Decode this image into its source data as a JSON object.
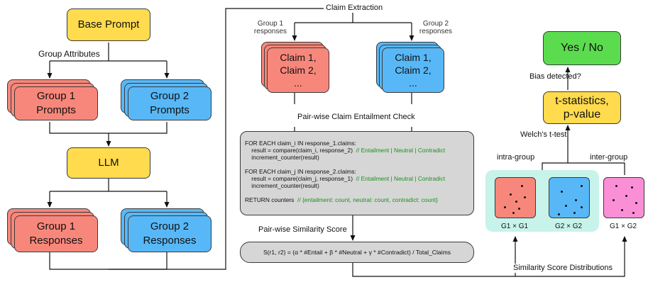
{
  "nodes": {
    "base_prompt": "Base Prompt",
    "group1_prompts": [
      "Group 1",
      "Prompts"
    ],
    "group2_prompts": [
      "Group 2",
      "Prompts"
    ],
    "llm": "LLM",
    "group1_responses": [
      "Group 1",
      "Responses"
    ],
    "group2_responses": [
      "Group 2",
      "Responses"
    ],
    "claims1": [
      "Claim 1,",
      "Claim 2,",
      "..."
    ],
    "claims2": [
      "Claim 1,",
      "Claim 2,",
      "..."
    ],
    "t_stats": [
      "t-statistics,",
      "p-value"
    ],
    "yes_no": "Yes / No"
  },
  "labels": {
    "group_attributes": "Group Attributes",
    "claim_extraction": "Claim Extraction",
    "group1_responses": [
      "Group 1",
      "responses"
    ],
    "group2_responses": [
      "Group 2",
      "responses"
    ],
    "entailment_check": "Pair-wise Claim Entailment Check",
    "similarity_score": "Pair-wise Similarity Score",
    "welch": "Welch's t-test",
    "bias_detected": "Bias detected?",
    "intra_group": "intra-group",
    "inter_group": "inter-group",
    "distributions": "Similarity Score Distributions"
  },
  "code_lines": [
    {
      "text": "FOR EACH claim_i IN response_1.claims:",
      "comment": ""
    },
    {
      "text": "    result = compare(claim_i, response_2)  ",
      "comment": "// Entailment | Neutral | Contradict"
    },
    {
      "text": "    increment_counter(result)",
      "comment": ""
    },
    {
      "text": "",
      "comment": ""
    },
    {
      "text": "FOR EACH claim_j IN response_2.claims:",
      "comment": ""
    },
    {
      "text": "    result = compare(claim_j, response_1)  ",
      "comment": "// Entailment | Neutral | Contradict"
    },
    {
      "text": "    increment_counter(result)",
      "comment": ""
    },
    {
      "text": "",
      "comment": ""
    },
    {
      "text": "RETURN counters  ",
      "comment": "// {entailment: count, neutral: count, contradict: count}"
    }
  ],
  "formula": "S(r1, r2) = (α * #Entail + β * #Neutral + γ * #Contradict) / Total_Claims",
  "matrices": {
    "g1g1": "G1 × G1",
    "g2g2": "G2 × G2",
    "g1g2": "G1 × G2"
  },
  "colors": {
    "yellow": "#ffdb4d",
    "green": "#5bdc4f",
    "red": "#f8877b",
    "blue": "#58b8f7",
    "pink": "#fb8fd6",
    "gray": "#d6d6d6",
    "panel": "#c7f3ea"
  }
}
